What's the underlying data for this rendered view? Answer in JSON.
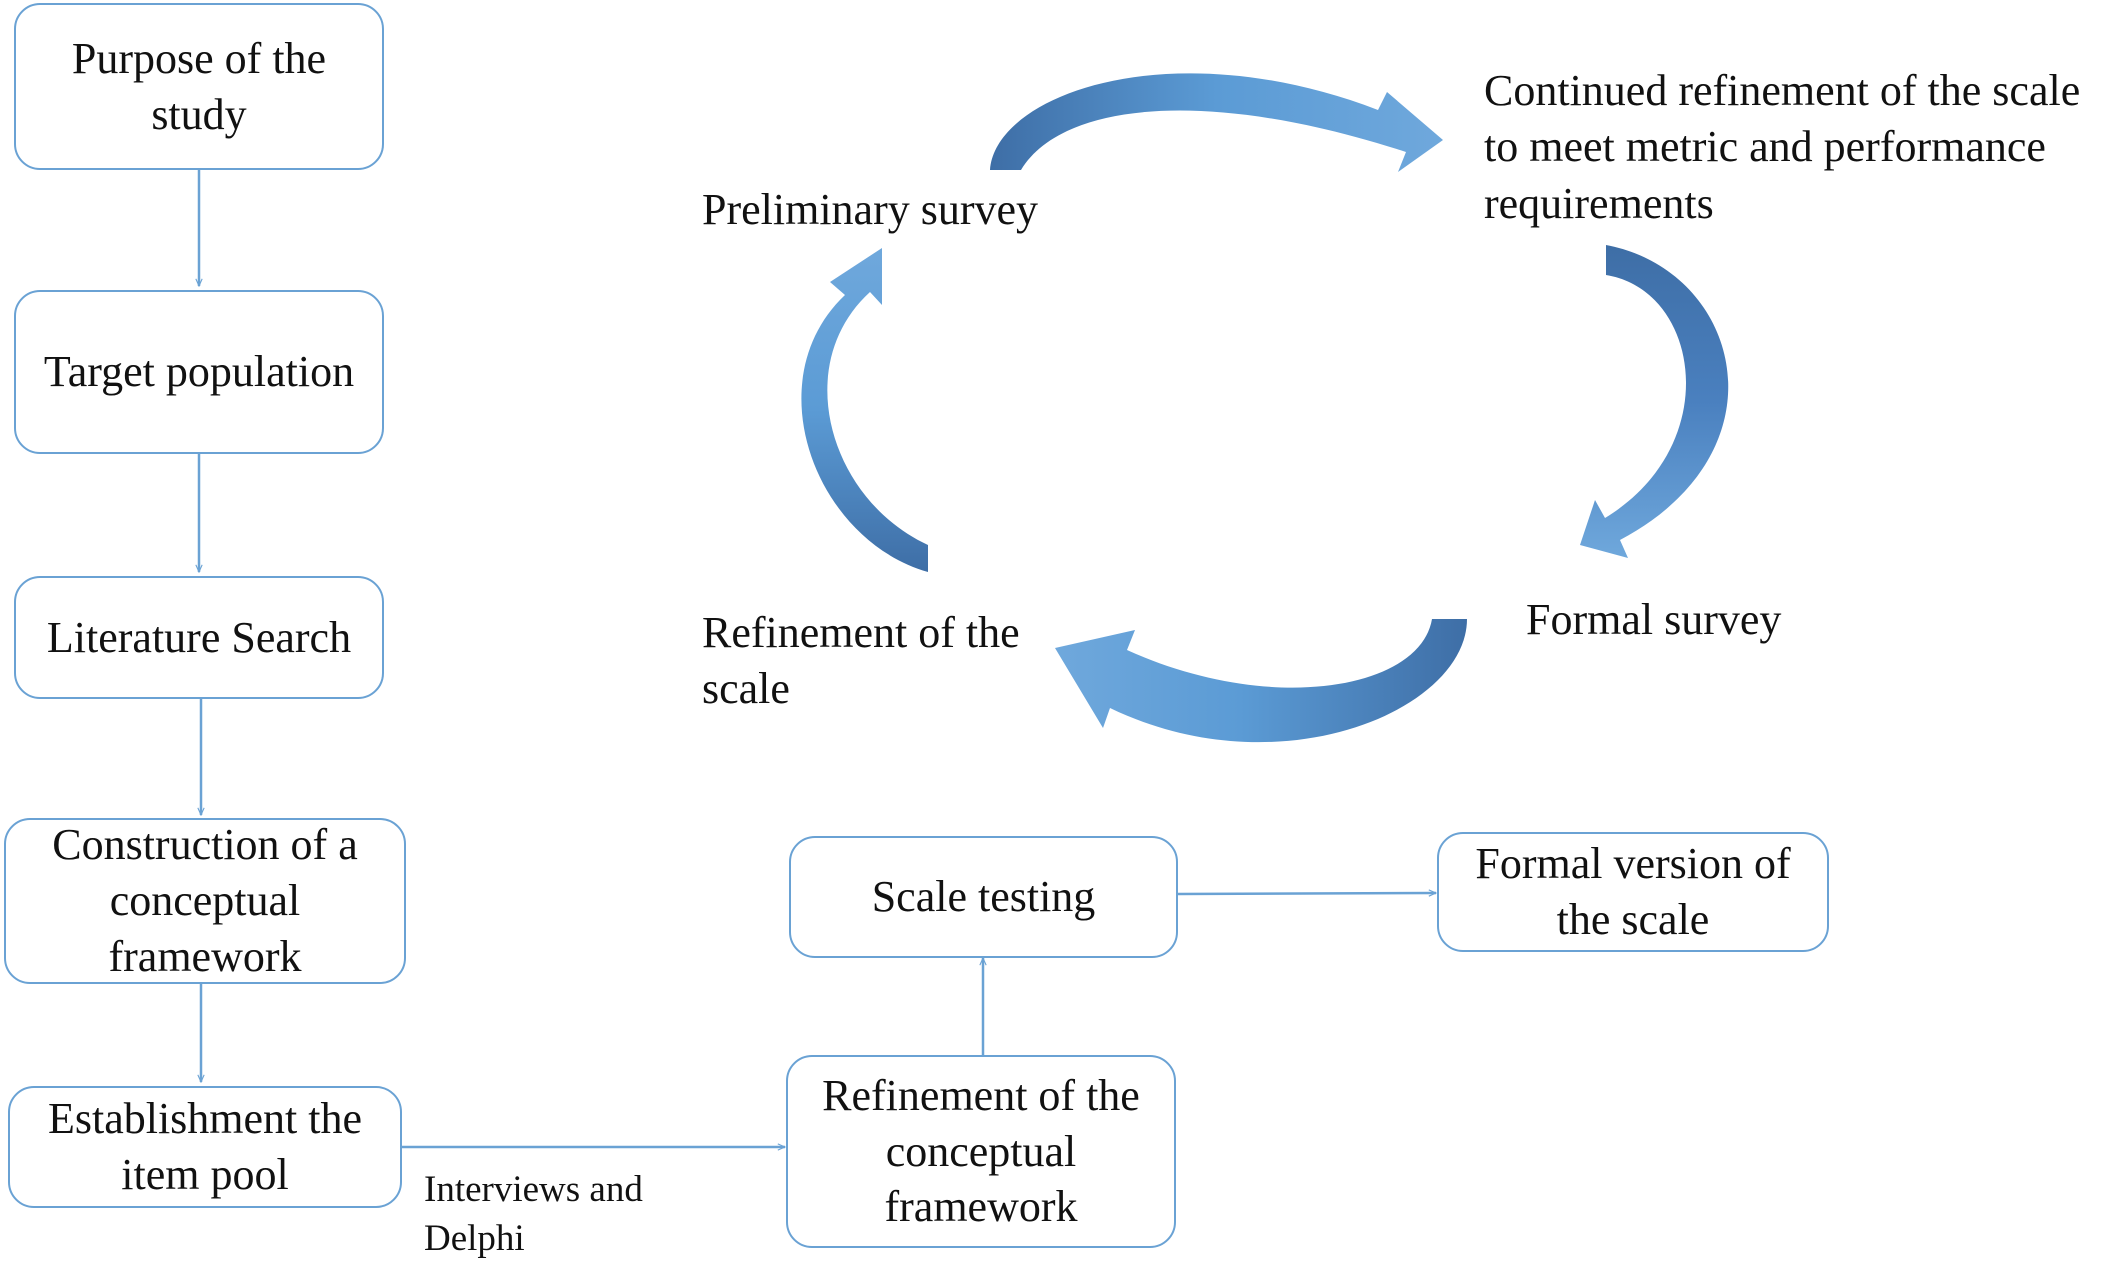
{
  "flow": {
    "purpose": "Purpose of the study",
    "target": "Target population",
    "literature": "Literature Search",
    "construction": "Construction of a conceptual framework",
    "item_pool": "Establishment the item pool",
    "refine_framework": "Refinement of the conceptual framework",
    "scale_testing": "Scale testing",
    "formal_version": "Formal version of the scale",
    "interviews_label": "Interviews and Delphi"
  },
  "cycle": {
    "preliminary": "Preliminary survey",
    "continued": "Continued refinement of the scale to meet metric and performance requirements",
    "formal_survey": "Formal survey",
    "refinement": "Refinement of the scale"
  },
  "colors": {
    "box_border": "#6aa2d4",
    "connector": "#6aa2d4",
    "arrow_light": "#5b9bd5",
    "arrow_dark": "#3e6ea6"
  }
}
